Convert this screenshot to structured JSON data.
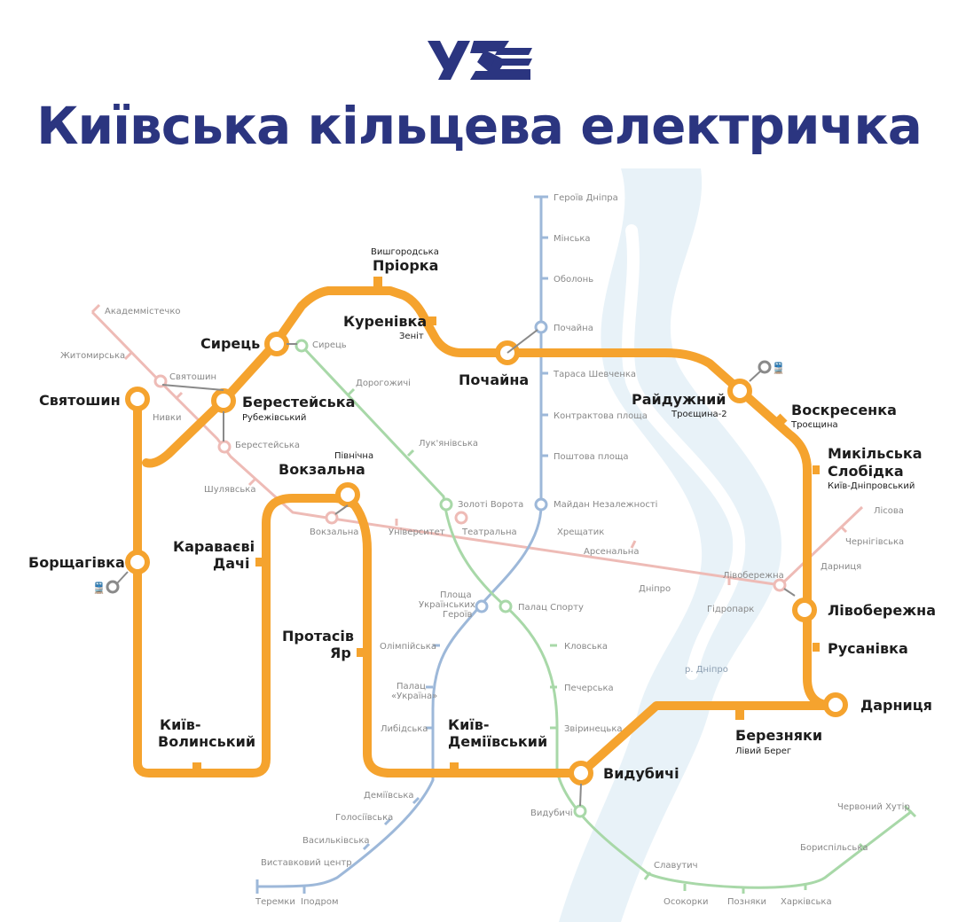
{
  "header": {
    "logo_text": "УЗ",
    "title": "Київська кільцева електричка"
  },
  "colors": {
    "ring": "#f5a32e",
    "red_line": "#eebbb6",
    "blue_line": "#9db8d9",
    "green_line": "#a8d8a8",
    "river": "#e8f2f8",
    "title": "#2b3580",
    "text": "#1d1d1d",
    "metro_text": "#888888"
  },
  "river": {
    "name": "р. Дніпро"
  },
  "ring": {
    "stations": [
      {
        "name": "Пріорка",
        "sub": "Вишгородська"
      },
      {
        "name": "Куренівка",
        "sub": "Зеніт"
      },
      {
        "name": "Почайна",
        "sub": ""
      },
      {
        "name": "Райдужний",
        "sub": "Троєщина-2"
      },
      {
        "name": "Воскресенка",
        "sub": "Троєщина"
      },
      {
        "name": "Микільська",
        "name2": "Слобідка",
        "sub": "Київ-Дніпровський"
      },
      {
        "name": "Лівобережна",
        "sub": ""
      },
      {
        "name": "Русанівка",
        "sub": ""
      },
      {
        "name": "Дарниця",
        "sub": ""
      },
      {
        "name": "Березняки",
        "sub": "Лівий Берег"
      },
      {
        "name": "Видубичі",
        "sub": ""
      },
      {
        "name": "Київ-",
        "name2": "Деміївський",
        "sub": ""
      },
      {
        "name": "Протасів",
        "name2": "Яр",
        "sub": ""
      },
      {
        "name": "Вокзальна",
        "sub": "Північна"
      },
      {
        "name": "Караваєві",
        "name2": "Дачі",
        "sub": ""
      },
      {
        "name": "Київ-",
        "name2": "Волинський",
        "sub": ""
      },
      {
        "name": "Борщагівка",
        "sub": ""
      },
      {
        "name": "Святошин",
        "sub": ""
      },
      {
        "name": "Берестейська",
        "sub": "Рубежівський"
      },
      {
        "name": "Сирець",
        "sub": ""
      }
    ]
  },
  "metro_red": {
    "stations": [
      "Академмістечко",
      "Житомирська",
      "Святошин",
      "Нивки",
      "Берестейська",
      "Шулявська",
      "Вокзальна",
      "Університет",
      "Театральна",
      "Хрещатик",
      "Арсенальна",
      "Дніпро",
      "Гідропарк",
      "Лівобережна",
      "Дарниця",
      "Чернігівська",
      "Лісова"
    ]
  },
  "metro_blue": {
    "stations": [
      "Героїв Дніпра",
      "Мінська",
      "Оболонь",
      "Почайна",
      "Тараса Шевченка",
      "Контрактова площа",
      "Поштова площа",
      "Майдан Незалежності",
      "Площа",
      "Українських",
      "Героїв",
      "Олімпійська",
      "Палац",
      "«Україна»",
      "Либідська",
      "Деміївська",
      "Голосіївська",
      "Васильківська",
      "Виставковий центр",
      "Іподром",
      "Теремки"
    ]
  },
  "metro_green": {
    "stations": [
      "Сирець",
      "Дорогожичі",
      "Лук'янівська",
      "Золоті Ворота",
      "Палац Спорту",
      "Кловська",
      "Печерська",
      "Звіринецька",
      "Видубичі",
      "Славутич",
      "Осокорки",
      "Позняки",
      "Харківська",
      "Бориспільська",
      "Червоний Хутір"
    ]
  }
}
